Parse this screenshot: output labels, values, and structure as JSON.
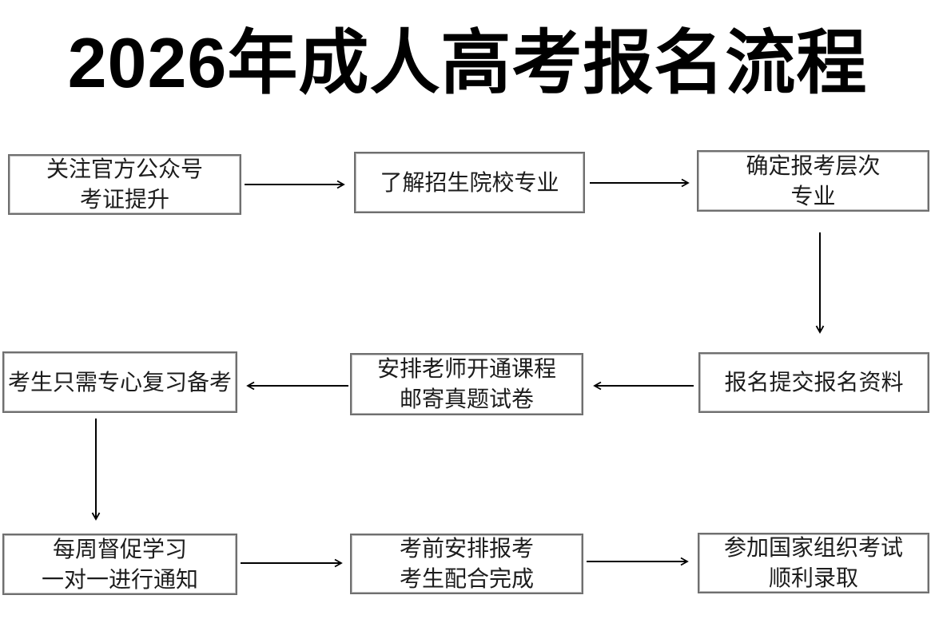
{
  "title": "2026年成人高考报名流程",
  "colors": {
    "background": "#ffffff",
    "box_border": "#6f6f6f",
    "box_border_inner": "#bdbdbd",
    "box_text": "#1c1c1c",
    "arrow": "#000000",
    "title_text": "#000000"
  },
  "steps": [
    {
      "lines": [
        "关注官方公众号",
        "考证提升"
      ]
    },
    {
      "lines": [
        "了解招生院校专业"
      ]
    },
    {
      "lines": [
        "确定报考层次",
        "专业"
      ]
    },
    {
      "lines": [
        "报名提交报名资料"
      ]
    },
    {
      "lines": [
        "安排老师开通课程",
        "邮寄真题试卷"
      ]
    },
    {
      "lines": [
        "考生只需专心复习备考"
      ]
    },
    {
      "lines": [
        "每周督促学习",
        "一对一进行通知"
      ]
    },
    {
      "lines": [
        "考前安排报考",
        "考生配合完成"
      ]
    },
    {
      "lines": [
        "参加国家组织考试",
        "顺利录取"
      ]
    }
  ]
}
